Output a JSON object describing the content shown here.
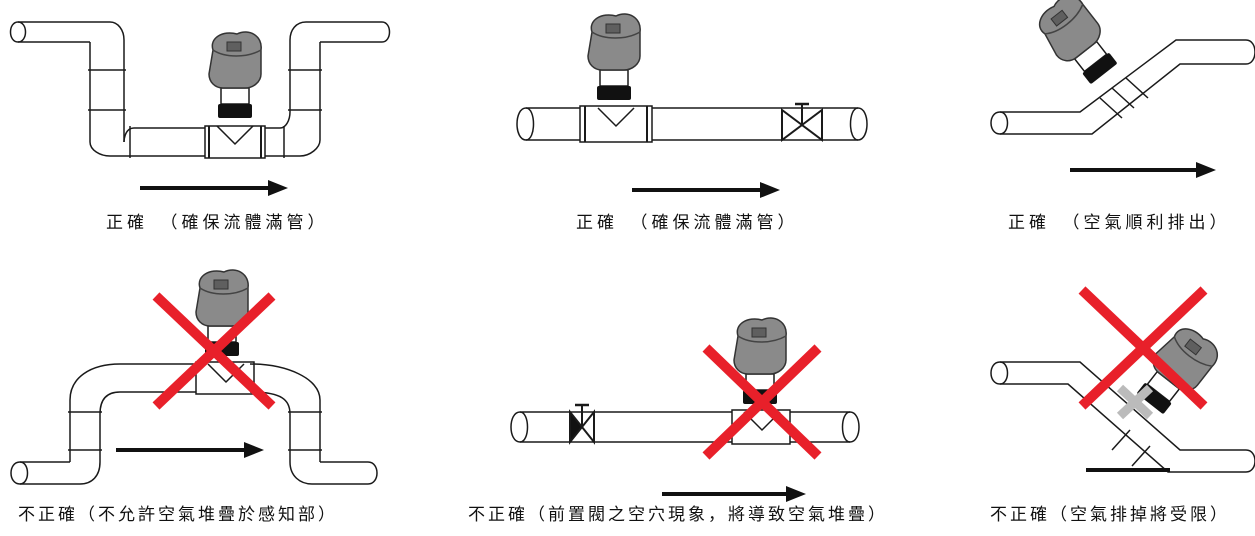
{
  "panels": [
    {
      "status": "ok",
      "label": "正確　（確保流體滿管）"
    },
    {
      "status": "ok",
      "label": "正確　（確保流體滿管）"
    },
    {
      "status": "ok",
      "label": "正確　（空氣順利排出）"
    },
    {
      "status": "wrong",
      "label": "不正確（不允許空氣堆疊於感知部）"
    },
    {
      "status": "wrong",
      "label": "不正確（前置閥之空穴現象，將導致空氣堆疊）"
    },
    {
      "status": "wrong",
      "label": "不正確（空氣排掉將受限）"
    }
  ],
  "colors": {
    "cross": "#e8202a",
    "ink": "#1a1a1a",
    "head": "#7a7a7a"
  }
}
